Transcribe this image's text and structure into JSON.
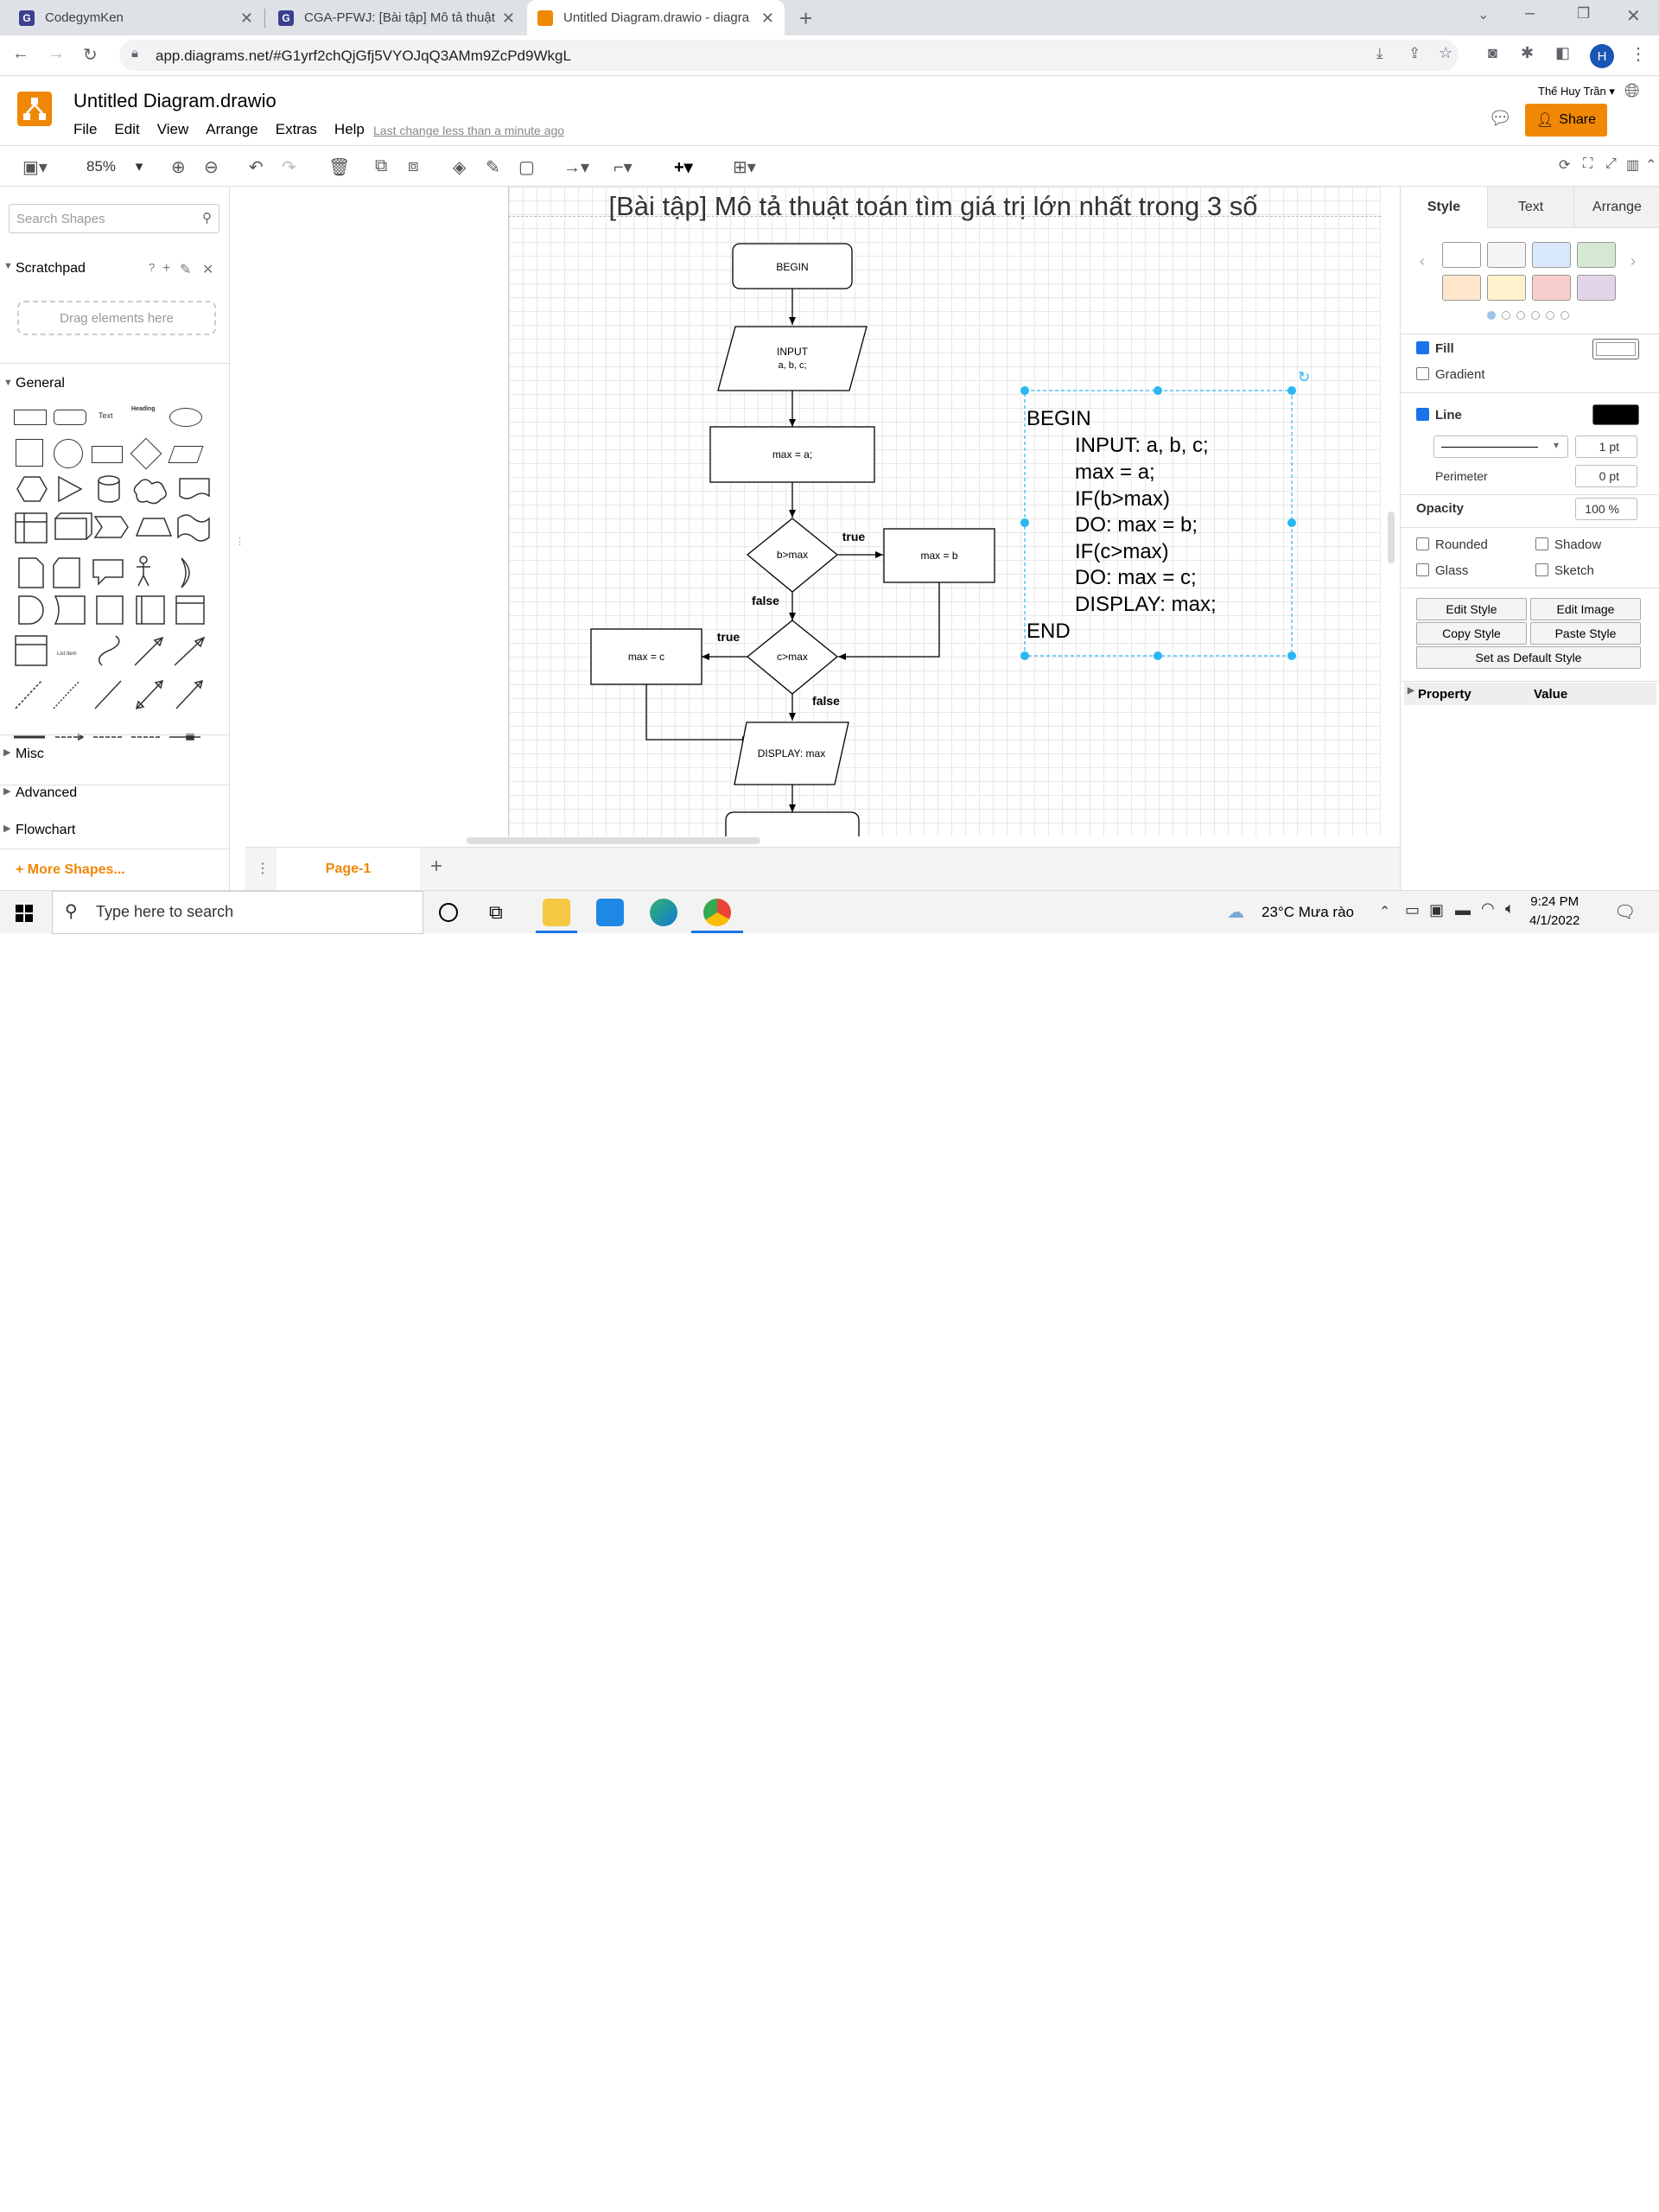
{
  "browser": {
    "tabs": [
      {
        "title": "CodegymKen",
        "favicon": "G"
      },
      {
        "title": "CGA-PFWJ: [Bài tập] Mô tả thuật",
        "favicon": "G"
      },
      {
        "title": "Untitled Diagram.drawio - diagra",
        "favicon": "drawio"
      }
    ],
    "url": "app.diagrams.net/#G1yrf2chQjGfj5VYOJqQ3AMm9ZcPd9WkgL",
    "profile_initial": "H"
  },
  "app": {
    "title": "Untitled Diagram.drawio",
    "menu": [
      "File",
      "Edit",
      "View",
      "Arrange",
      "Extras",
      "Help"
    ],
    "last_change": "Last change less than a minute ago",
    "user": "Thế Huy Trần",
    "share_label": "Share",
    "zoom": "85%"
  },
  "left_panel": {
    "search_placeholder": "Search Shapes",
    "scratchpad": "Scratchpad",
    "scratchpad_help": "?",
    "drag_hint": "Drag elements here",
    "general": "General",
    "text_shape": "Text",
    "heading_shape": "Heading",
    "list_shape": "List Item",
    "misc": "Misc",
    "advanced": "Advanced",
    "flowchart": "Flowchart",
    "more_shapes": "More Shapes..."
  },
  "diagram": {
    "title": "[Bài tập] Mô tả thuật toán tìm giá trị lớn nhất trong 3 số",
    "nodes": {
      "begin": "BEGIN",
      "input_1": "INPUT",
      "input_2": "a, b, c;",
      "assign": "max = a;",
      "cond1": "b>max",
      "maxb": "max = b",
      "cond2": "c>max",
      "maxc": "max = c",
      "display": "DISPLAY: max"
    },
    "labels": {
      "true1": "true",
      "false1": "false",
      "true2": "true",
      "false2": "false"
    },
    "pseudocode": [
      "BEGIN",
      "INPUT: a, b, c;",
      "max = a;",
      "IF(b>max)",
      "DO: max = b;",
      "IF(c>max)",
      "DO: max = c;",
      "DISPLAY: max;",
      "END"
    ]
  },
  "pages": {
    "current": "Page-1"
  },
  "right_panel": {
    "tabs": [
      "Style",
      "Text",
      "Arrange"
    ],
    "swatch_colors": [
      "#ffffff",
      "#f5f5f5",
      "#dae8fc",
      "#d5e8d4",
      "#ffe6cc",
      "#fff2cc",
      "#f8cecc",
      "#e1d5e7"
    ],
    "fill": "Fill",
    "gradient": "Gradient",
    "line": "Line",
    "line_width": "1 pt",
    "perimeter": "Perimeter",
    "perimeter_value": "0 pt",
    "opacity": "Opacity",
    "opacity_value": "100 %",
    "rounded": "Rounded",
    "shadow": "Shadow",
    "glass": "Glass",
    "sketch": "Sketch",
    "edit_style": "Edit Style",
    "edit_image": "Edit Image",
    "copy_style": "Copy Style",
    "paste_style": "Paste Style",
    "set_default": "Set as Default Style",
    "property": "Property",
    "value": "Value"
  },
  "taskbar": {
    "search_placeholder": "Type here to search",
    "weather": "23°C  Mưa rào",
    "time": "9:24 PM",
    "date": "4/1/2022"
  }
}
